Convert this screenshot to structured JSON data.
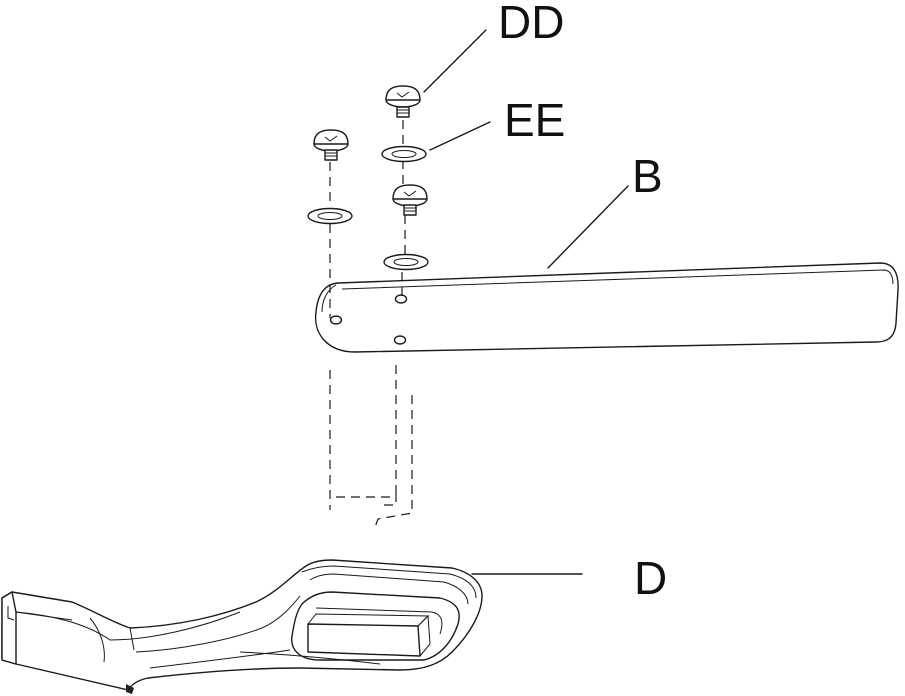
{
  "callouts": {
    "screw": "DD",
    "washer": "EE",
    "blade": "B",
    "blade_iron": "D"
  }
}
